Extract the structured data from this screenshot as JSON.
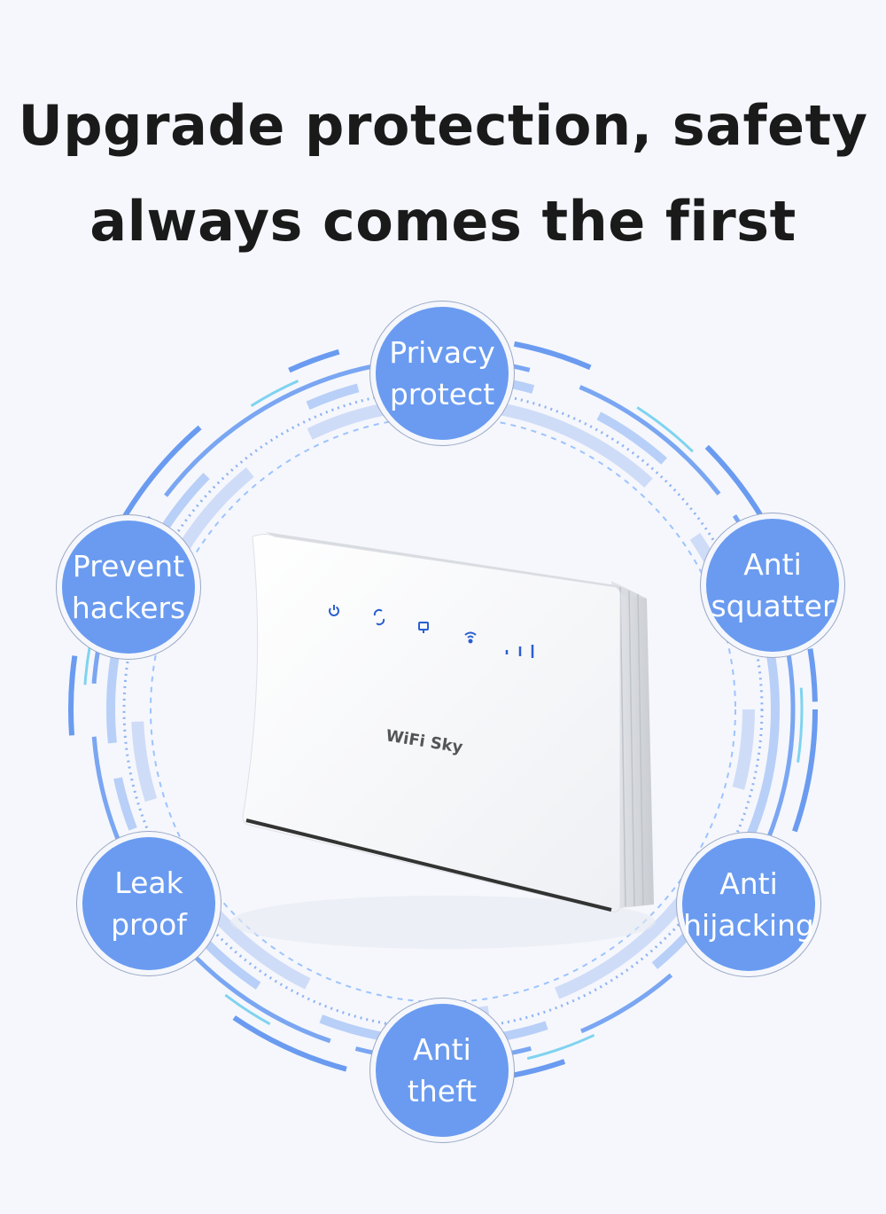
{
  "headline": {
    "line1": "Upgrade protection, safety",
    "line2": "always comes the first"
  },
  "features": [
    {
      "id": "privacy",
      "line1": "Privacy",
      "line2": "protect"
    },
    {
      "id": "hackers",
      "line1": "Prevent",
      "line2": "hackers"
    },
    {
      "id": "squatter",
      "line1": "Anti",
      "line2": "squatter"
    },
    {
      "id": "leak",
      "line1": "Leak",
      "line2": "proof"
    },
    {
      "id": "hijacking",
      "line1": "Anti",
      "line2": "hijacking"
    },
    {
      "id": "theft",
      "line1": "Anti",
      "line2": "theft"
    }
  ],
  "router": {
    "brand": "WiFi Sky",
    "indicators": [
      "power",
      "sync",
      "lan",
      "wifi",
      "signal"
    ]
  },
  "colors": {
    "badge": "#6a9bf0",
    "ring": "#7aa6f2",
    "ring_light": "#b8cff8",
    "led": "#2a5fd0",
    "text_dark": "#1a1a1a"
  }
}
